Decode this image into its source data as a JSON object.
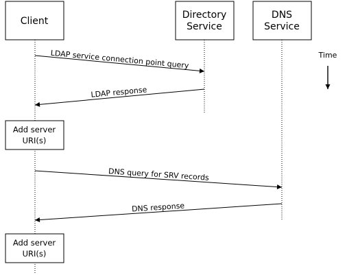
{
  "participants": [
    {
      "id": "client",
      "lines": [
        "Client"
      ]
    },
    {
      "id": "directory",
      "lines": [
        "Directory",
        "Service"
      ]
    },
    {
      "id": "dns",
      "lines": [
        "DNS",
        "Service"
      ]
    }
  ],
  "time": {
    "label": "Time"
  },
  "activities": [
    {
      "lines": [
        "Add server",
        "URI(s)"
      ]
    },
    {
      "lines": [
        "Add server",
        "URI(s)"
      ]
    }
  ],
  "messages": [
    {
      "from": "client",
      "to": "directory",
      "label": "LDAP service connection point query"
    },
    {
      "from": "directory",
      "to": "client",
      "label": "LDAP response"
    },
    {
      "from": "client",
      "to": "dns",
      "label": "DNS query for SRV records"
    },
    {
      "from": "dns",
      "to": "client",
      "label": "DNS response"
    }
  ]
}
